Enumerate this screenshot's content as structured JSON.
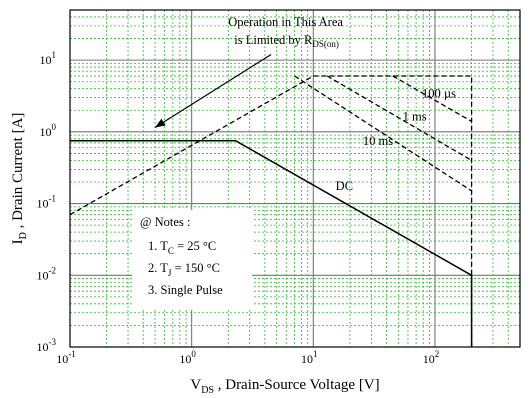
{
  "chart_data": {
    "type": "line",
    "x_scale": "log",
    "y_scale": "log",
    "xlim": [
      0.1,
      500
    ],
    "ylim": [
      0.001,
      50
    ],
    "grid": true,
    "xlabel": {
      "main": "V",
      "sub": "DS",
      "rest": " , Drain-Source Voltage  [V]"
    },
    "ylabel": {
      "main": "I",
      "sub": "D",
      "rest": " , Drain Current  [A]"
    },
    "x_ticks": [
      {
        "value": 0.1,
        "base": "10",
        "exp": "-1"
      },
      {
        "value": 1,
        "base": "10",
        "exp": "0"
      },
      {
        "value": 10,
        "base": "10",
        "exp": "1"
      },
      {
        "value": 100,
        "base": "10",
        "exp": "2"
      }
    ],
    "y_ticks": [
      {
        "value": 0.001,
        "base": "10",
        "exp": "-3"
      },
      {
        "value": 0.01,
        "base": "10",
        "exp": "-2"
      },
      {
        "value": 0.1,
        "base": "10",
        "exp": "-1"
      },
      {
        "value": 1,
        "base": "10",
        "exp": "0"
      },
      {
        "value": 10,
        "base": "10",
        "exp": "1"
      }
    ],
    "series": [
      {
        "name": "DC",
        "style": "solid",
        "points": [
          [
            0.1,
            0.75
          ],
          [
            2.3,
            0.75
          ],
          [
            200,
            0.01
          ],
          [
            200,
            0.001
          ]
        ]
      },
      {
        "name": "10 ms",
        "style": "dashed",
        "points": [
          [
            7,
            6
          ],
          [
            200,
            0.15
          ]
        ]
      },
      {
        "name": "1 ms",
        "style": "dashed",
        "points": [
          [
            13,
            6
          ],
          [
            200,
            0.4
          ]
        ]
      },
      {
        "name": "100 µs",
        "style": "dashed",
        "points": [
          [
            45,
            6
          ],
          [
            200,
            1.4
          ]
        ]
      },
      {
        "name": "",
        "style": "dashed",
        "role": "rds-on-limit",
        "points": [
          [
            0.1,
            0.07
          ],
          [
            10,
            6
          ],
          [
            200,
            6
          ],
          [
            200,
            0.001
          ]
        ]
      }
    ],
    "curve_labels": [
      {
        "series": "DC",
        "text": "DC",
        "x": 18,
        "y": 0.155
      },
      {
        "series": "10 ms",
        "text": "10 ms",
        "x": 34,
        "y": 0.66
      },
      {
        "series": "1 ms",
        "text": "1 ms",
        "x": 68,
        "y": 1.45
      },
      {
        "series": "100 µs",
        "text": "100 µs",
        "x": 108,
        "y": 3.0
      }
    ],
    "annotation": {
      "line1": "Operation in This Area",
      "line2_prefix": "is Limited by R",
      "line2_sub": "DS(on)",
      "arrow_from": [
        4.5,
        12
      ],
      "arrow_to": [
        0.5,
        1.15
      ],
      "text_x": 2.0,
      "text_y": 30
    },
    "notes": {
      "title": "@ Notes :",
      "items": [
        {
          "prefix": "1. T",
          "sub": "C",
          "suffix": " = 25 °C"
        },
        {
          "prefix": "2. T",
          "sub": "J",
          "suffix": " = 150 °C"
        },
        {
          "prefix": "3. Single Pulse",
          "sub": "",
          "suffix": ""
        }
      ]
    }
  }
}
